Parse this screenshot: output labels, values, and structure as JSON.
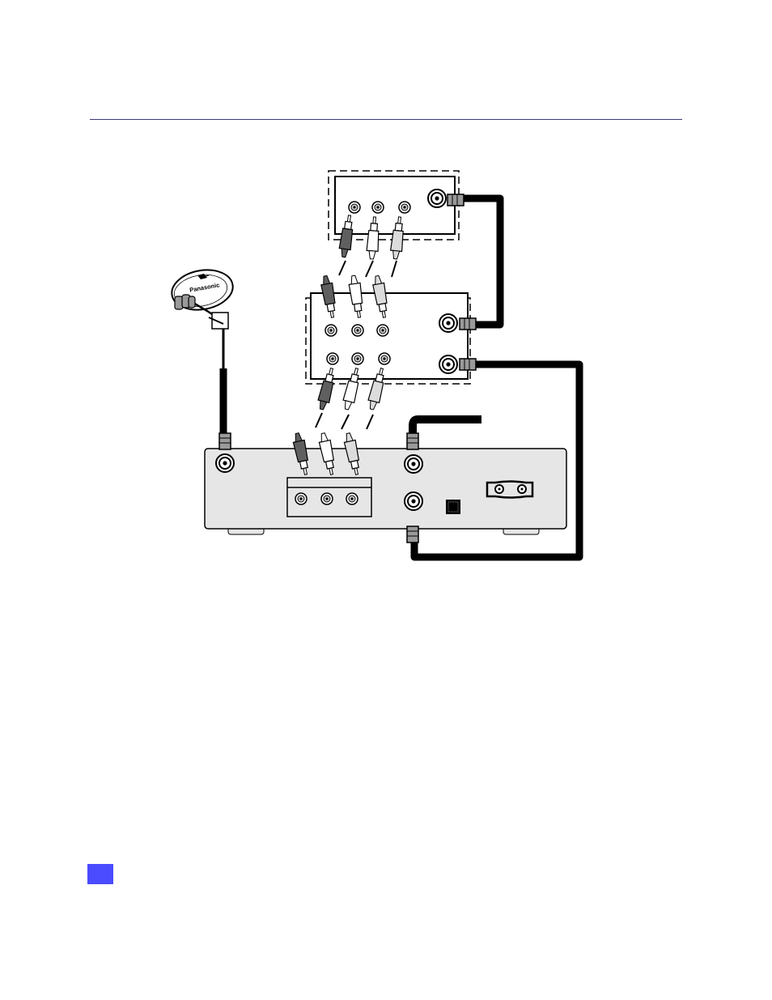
{
  "page": {
    "background": "#ffffff",
    "rule_color": "#3a3a7a",
    "marker_color": "#4b4bff",
    "marker_label": ""
  },
  "diagram": {
    "dish": {
      "brand_label": "Panasonic",
      "logo_icon": "dish-network-logo-icon"
    },
    "devices": [
      {
        "id": "tv",
        "ports_rca": 3,
        "ports_coax": 1
      },
      {
        "id": "vcr",
        "ports_rca_rows": 2,
        "ports_coax": 2
      },
      {
        "id": "receiver",
        "ports_rca": 3,
        "ports_coax": 3,
        "has_power_socket": true,
        "has_phone_jack": true
      }
    ],
    "cable_colors": {
      "coax": "#000000",
      "rca_video": "#6a6a6a",
      "rca_audio_left": "#ffffff",
      "rca_audio_right": "#d8d8d8",
      "receiver_body": "#e6e6e6"
    }
  }
}
